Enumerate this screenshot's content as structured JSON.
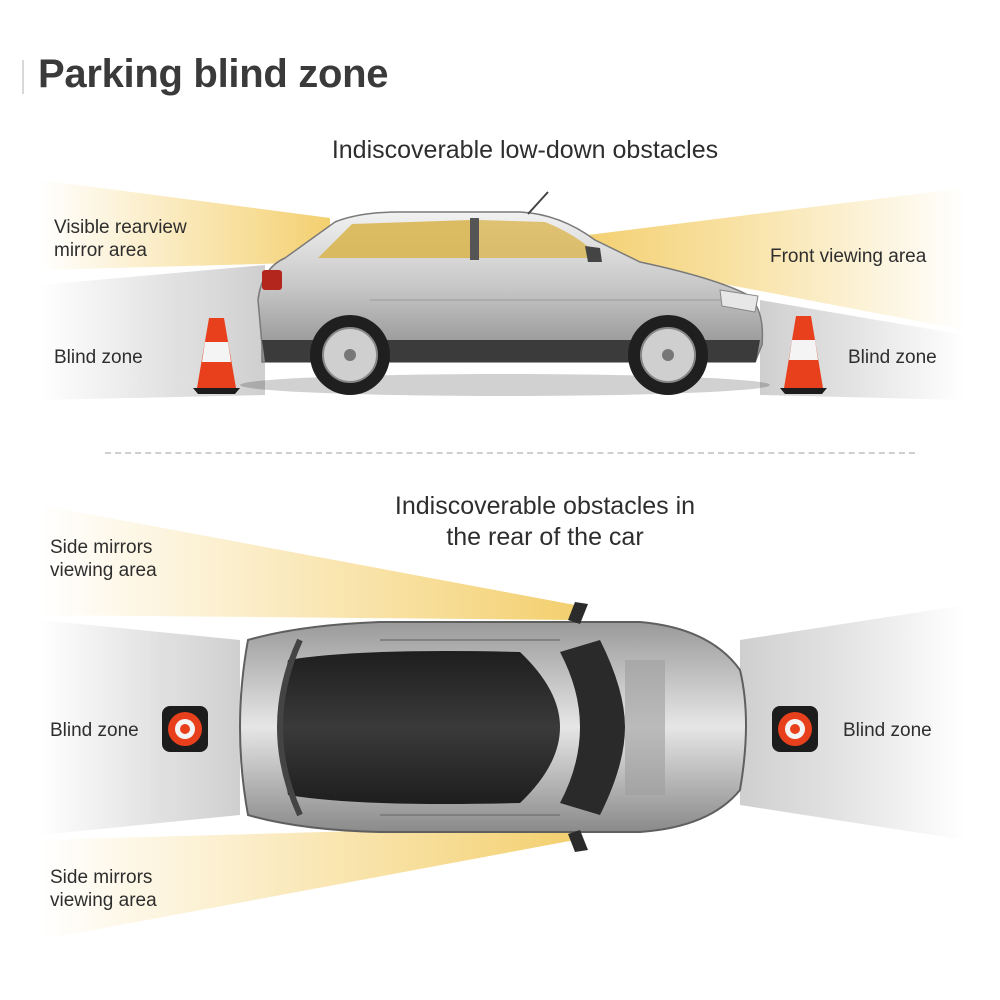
{
  "title": "Parking blind zone",
  "side_view": {
    "heading": "Indiscoverable low-down obstacles",
    "labels": {
      "rear_mirror": "Visible rearview\nmirror area",
      "front_view": "Front viewing area",
      "blind_left": "Blind zone",
      "blind_right": "Blind zone"
    }
  },
  "top_view": {
    "heading": "Indiscoverable obstacles in\nthe rear of the car",
    "labels": {
      "side_mirrors_top": "Side mirrors\nviewing area",
      "blind_left": "Blind zone",
      "blind_right": "Blind zone",
      "side_mirrors_bottom": "Side mirrors\nviewing area"
    }
  },
  "colors": {
    "viewing_zone": "#f6d98a",
    "blind_zone": "#d9d9d9",
    "cone_orange": "#e8401c",
    "car_silver": "#c9c9c9",
    "car_roof": "#2a2a2a"
  },
  "icons": [
    "traffic-cone-icon",
    "suv-side-icon",
    "suv-top-icon"
  ]
}
